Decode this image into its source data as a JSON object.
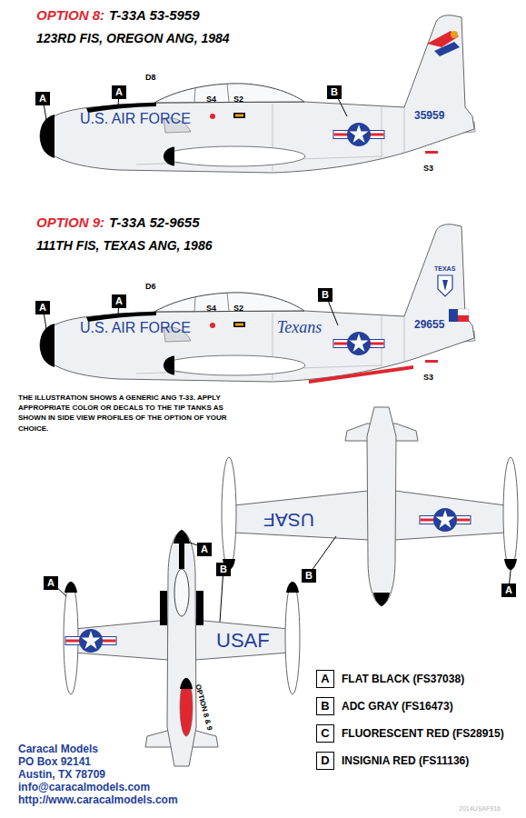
{
  "diagram": {
    "nodes": [
      {
        "text": [
          "A"
        ]
      },
      {
        "text": [
          "A"
        ]
      },
      {
        "text": [
          "B"
        ]
      },
      {
        "text": [
          "A"
        ]
      },
      {
        "text": [
          "A"
        ]
      },
      {
        "text": [
          "B"
        ]
      },
      {
        "text": [
          "A"
        ]
      },
      {
        "text": [
          "B"
        ]
      },
      {
        "text": [
          "A"
        ]
      },
      {
        "text": [
          "A"
        ]
      },
      {
        "text": [
          "B"
        ]
      },
      {
        "text": [
          "A",
          "FLAT BLACK (FS37038)"
        ]
      },
      {
        "text": [
          "B",
          "ADC GRAY (FS16473)"
        ]
      },
      {
        "text": [
          "C",
          "FLUORESCENT RED (FS28915)"
        ]
      },
      {
        "text": [
          "D",
          "INSIGNIA RED (FS11136)"
        ]
      }
    ],
    "labels": [
      "OPTION 8:",
      "T-33A 53-5959",
      "123RD FIS, OREGON ANG, 1984",
      "D8",
      "S4",
      "S2",
      "U.S. AIR FORCE",
      "35959",
      "S3",
      "OPTION 9:",
      "T-33A 52-9655",
      "111TH FIS, TEXAS ANG, 1986",
      "D6",
      "S4",
      "S2",
      "U.S. AIR FORCE",
      "Texans",
      "TEXAS",
      "29655",
      "S3",
      "THE ILLUSTRATION SHOWS A GENERIC ANG T-33. APPLY APPROPRIATE COLOR OR DECALS TO THE TIP TANKS AS SHOWN IN SIDE VIEW PROFILES OF THE OPTION OF YOUR CHOICE.",
      "USAF",
      "USAF",
      "OPTION 8 & 9",
      "Caracal Models",
      "PO Box 92141",
      "Austin, TX 78709",
      "info@caracalmodels.com",
      "http://www.caracalmodels.com",
      "2014USAF916"
    ]
  }
}
